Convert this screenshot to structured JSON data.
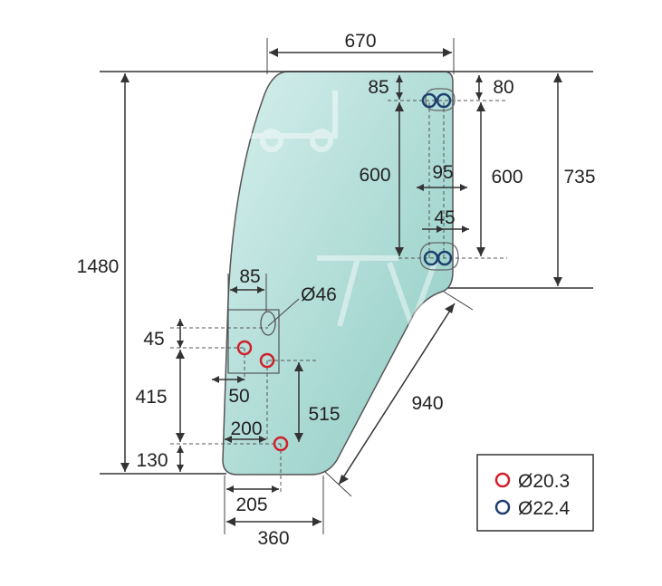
{
  "dimensions": {
    "top_width": "670",
    "total_height": "1480",
    "top_hole_offset": "85",
    "top_hole_offset_right": "80",
    "hole_spacing_left": "600",
    "hole_spacing_right": "600",
    "upper_height": "735",
    "hole_pair_width": "95",
    "hole_pair_inner": "45",
    "hinge_width": "85",
    "handle_hole_diameter": "Ø46",
    "handle_offset": "45",
    "lower_offset": "415",
    "bottom_offset": "130",
    "handle_hole_x": "50",
    "bottom_hole_x": "200",
    "bottom_hole_height": "515",
    "slanted_edge": "940",
    "bottom_hole_x2": "205",
    "bottom_width": "360"
  },
  "legend": {
    "red_label": "Ø20.3",
    "blue_label": "Ø22.4",
    "red_color": "#d0202a",
    "blue_color": "#1f3e6e"
  },
  "colors": {
    "glass_fill": "#c6e6e2",
    "glass_fill_dark": "#9fd2cb",
    "outline": "#555555"
  }
}
